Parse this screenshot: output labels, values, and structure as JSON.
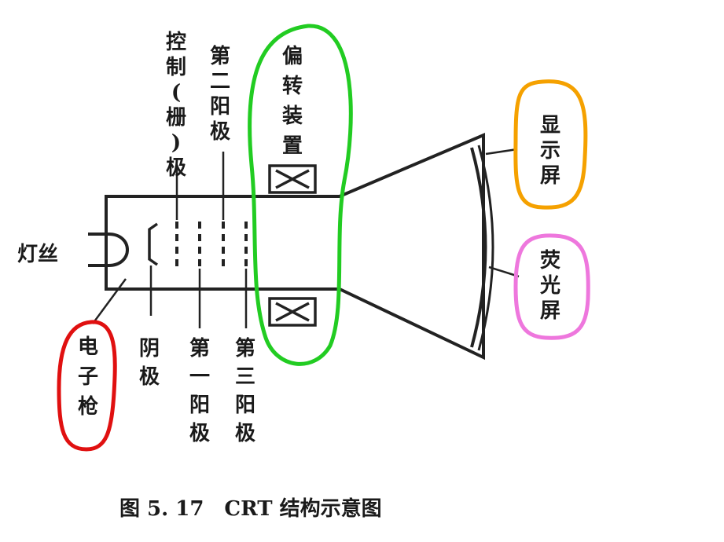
{
  "diagram": {
    "labels": {
      "filament": "灯丝",
      "electron_gun": "电子枪",
      "cathode": "阴极",
      "control_grid": "控制(栅)极",
      "first_anode": "第一阳极",
      "second_anode": "第二阳极",
      "third_anode": "第三阳极",
      "deflection": "偏转装置",
      "display_screen": "显示屏",
      "phosphor_screen": "荧光屏"
    },
    "caption": "图 5. 17　CRT 结构示意图",
    "highlight_colors": {
      "deflection": "#22cc22",
      "display_screen": "#f5a100",
      "phosphor_screen": "#ee77dd",
      "electron_gun": "#e01010"
    }
  }
}
